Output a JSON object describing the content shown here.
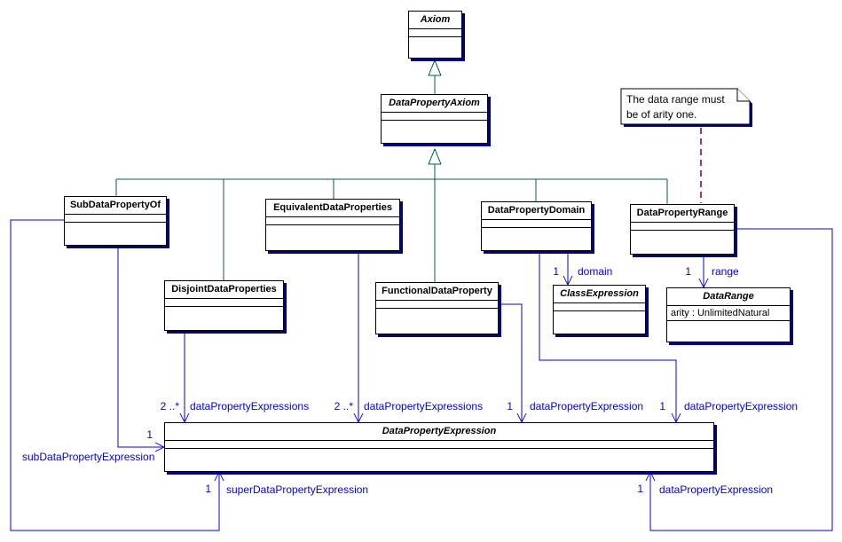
{
  "diagram_type": "uml-class-diagram",
  "colors": {
    "background": "#ffffff",
    "class_border": "#000000",
    "class_fill": "#ffffff",
    "shadow": "#000080",
    "generalization_line": "#0a5c5c",
    "association_line": "#0000dd",
    "association_label": "#0000dd",
    "note_link_line": "#993399"
  },
  "note": {
    "line1": "The data range must",
    "line2": "be of arity one."
  },
  "classes": {
    "axiom": {
      "name": "Axiom",
      "abstract": true
    },
    "data_property_axiom": {
      "name": "DataPropertyAxiom",
      "abstract": true
    },
    "sub_data_property_of": {
      "name": "SubDataPropertyOf",
      "abstract": false
    },
    "equivalent_data_properties": {
      "name": "EquivalentDataProperties",
      "abstract": false
    },
    "disjoint_data_properties": {
      "name": "DisjointDataProperties",
      "abstract": false
    },
    "functional_data_property": {
      "name": "FunctionalDataProperty",
      "abstract": false
    },
    "data_property_domain": {
      "name": "DataPropertyDomain",
      "abstract": false
    },
    "data_property_range": {
      "name": "DataPropertyRange",
      "abstract": false
    },
    "class_expression": {
      "name": "ClassExpression",
      "abstract": true
    },
    "data_range": {
      "name": "DataRange",
      "abstract": true,
      "attribute": "arity : UnlimitedNatural"
    },
    "data_property_expression": {
      "name": "DataPropertyExpression",
      "abstract": true
    }
  },
  "labels": {
    "disjoint_mult": "2 ..*",
    "disjoint_role": "dataPropertyExpressions",
    "equivalent_mult": "2 ..*",
    "equivalent_role": "dataPropertyExpressions",
    "functional_mult": "1",
    "functional_role": "dataPropertyExpression",
    "domain_dpe_mult": "1",
    "domain_dpe_role": "dataPropertyExpression",
    "domain_mult": "1",
    "domain_role": "domain",
    "range_mult": "1",
    "range_role": "range",
    "sub_mult": "1",
    "sub_role": "subDataPropertyExpression",
    "super_mult": "1",
    "super_role": "superDataPropertyExpression",
    "range_dpe_mult": "1",
    "range_dpe_role": "dataPropertyExpression"
  }
}
